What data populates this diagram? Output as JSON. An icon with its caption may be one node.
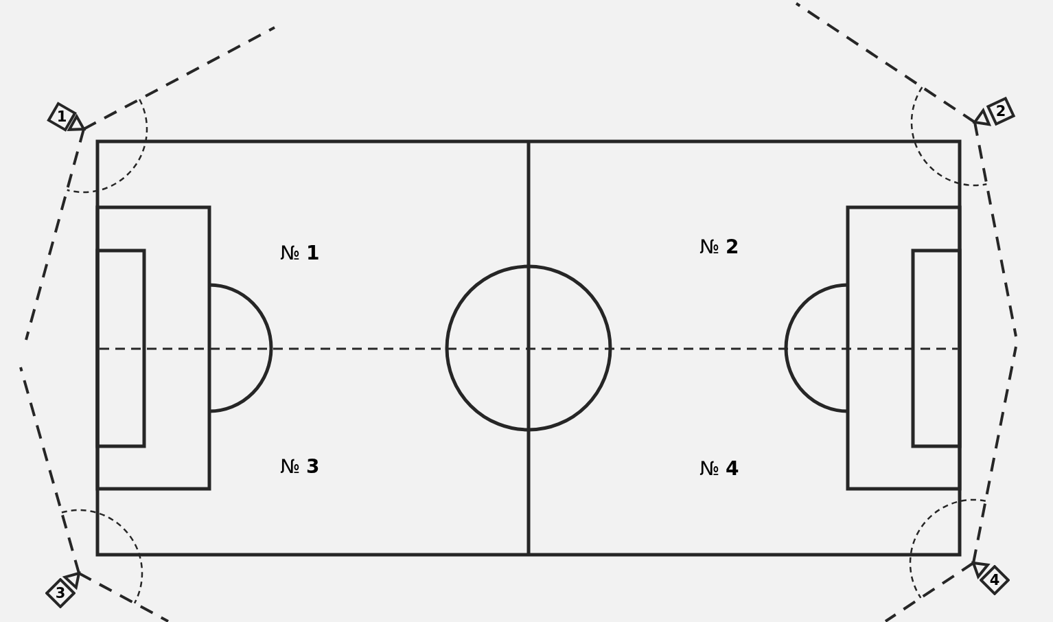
{
  "diagram": {
    "nodes": [
      {
        "text": [
          "1"
        ]
      },
      {
        "text": [
          "2"
        ]
      },
      {
        "text": [
          "3"
        ]
      },
      {
        "text": [
          "4"
        ]
      }
    ],
    "labels": [
      "№ **1**",
      "№ **2**",
      "№ **3**",
      "№ **4**"
    ]
  }
}
